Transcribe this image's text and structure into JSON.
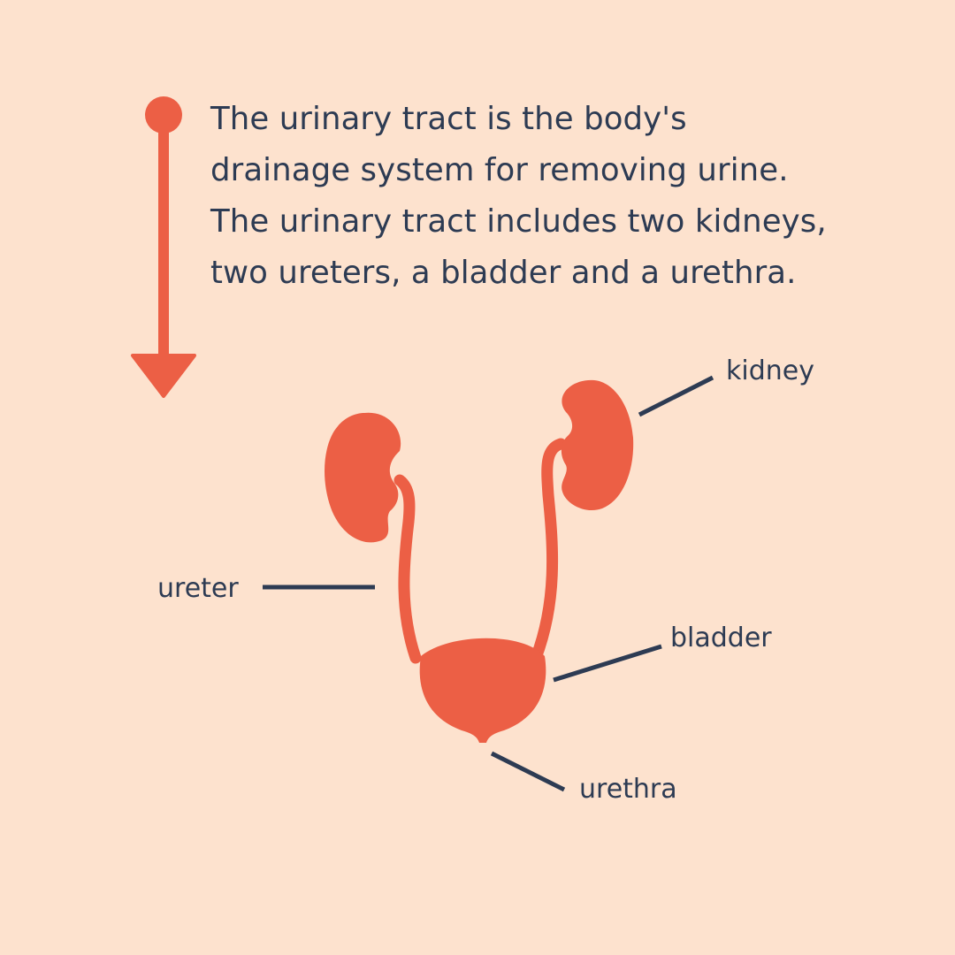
{
  "intro": {
    "lines": [
      "The urinary tract is the body's",
      "drainage system for removing urine.",
      "The urinary tract includes two kidneys,",
      "two ureters, a bladder and a urethra."
    ]
  },
  "labels": {
    "kidney": "kidney",
    "ureter": "ureter",
    "bladder": "bladder",
    "urethra": "urethra"
  },
  "colors": {
    "background": "#fde2ce",
    "organ": "#ec5f45",
    "text": "#2d3b53"
  }
}
